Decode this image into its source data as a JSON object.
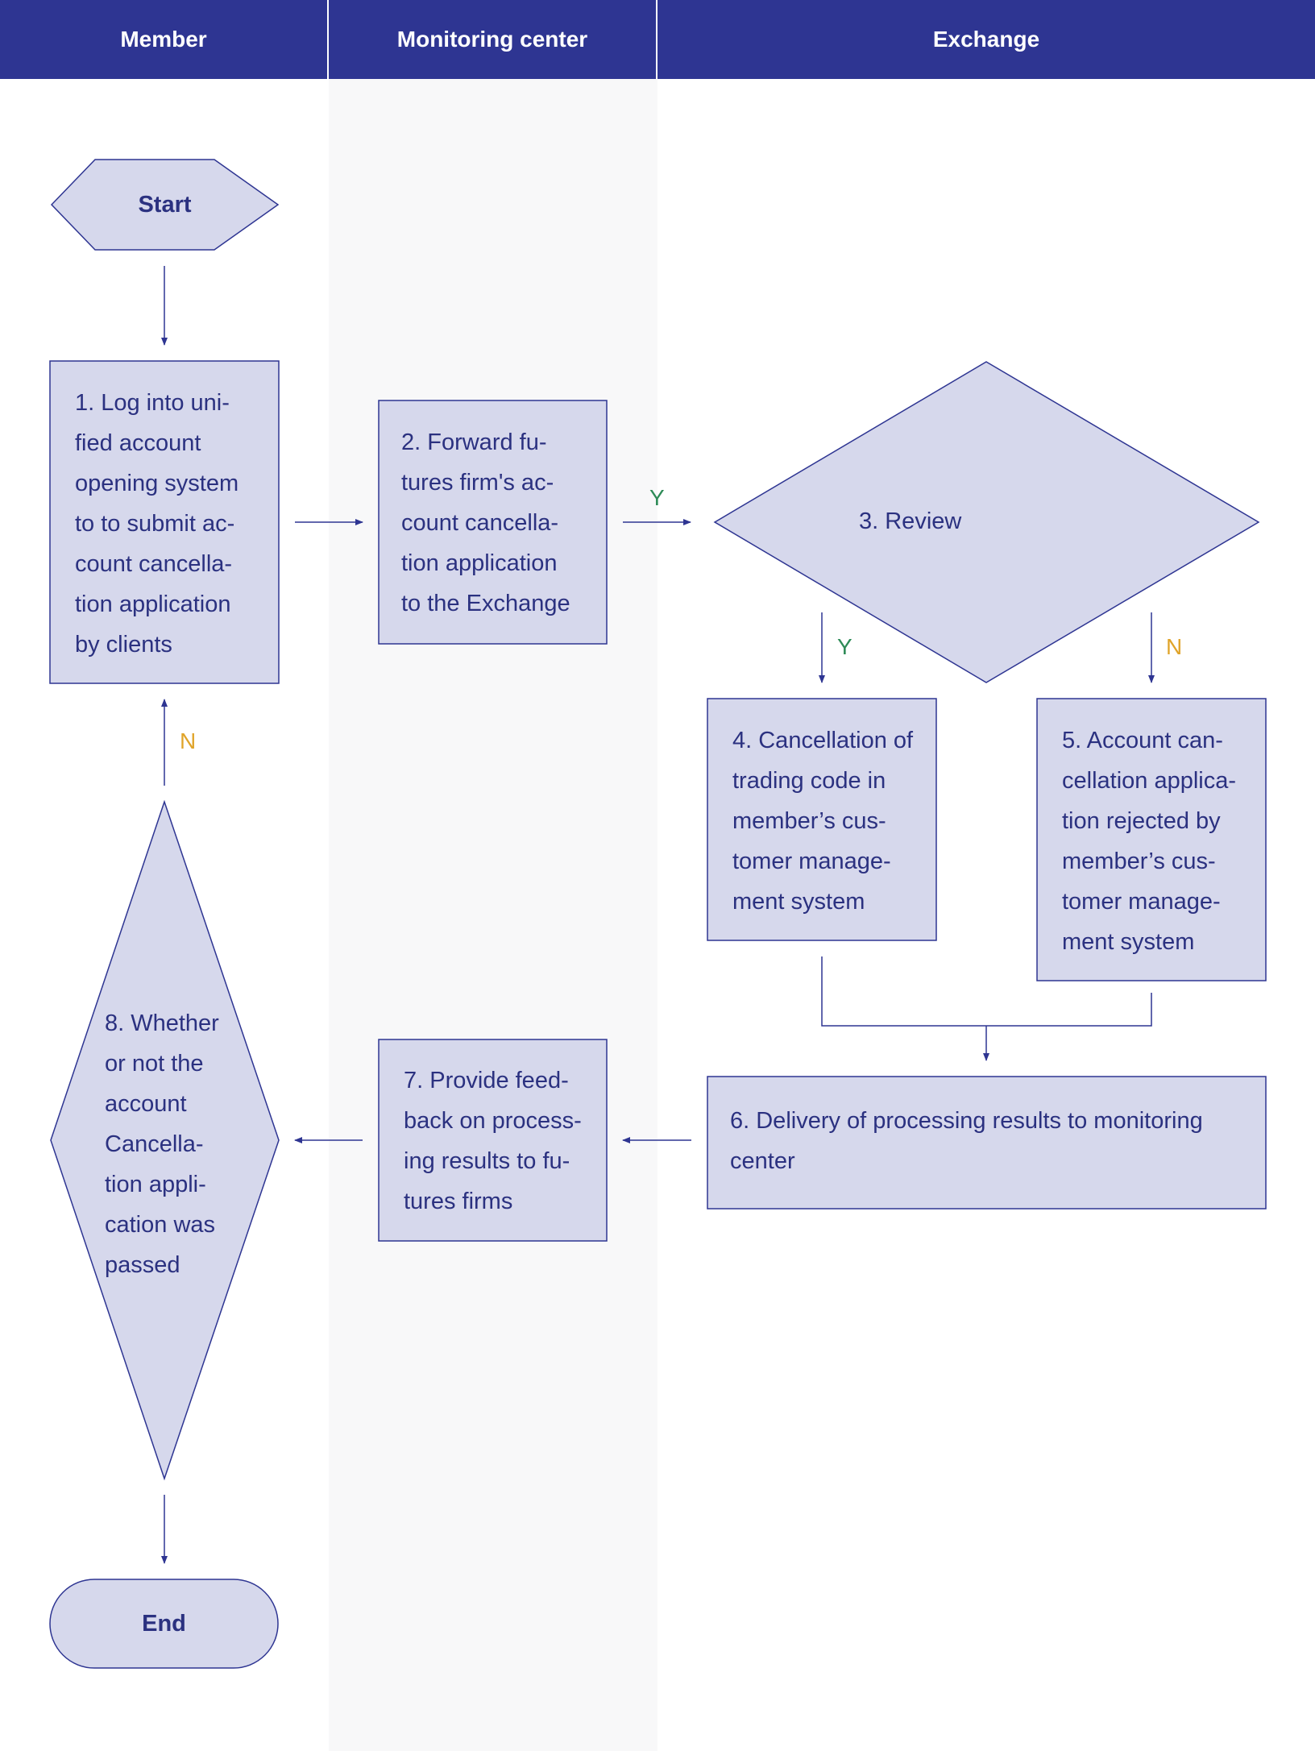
{
  "lanes": [
    "Member",
    "Monitoring center",
    "Exchange"
  ],
  "nodes": {
    "start": "Start",
    "step1": "1. Log into uni-\nfied account\nopening system\nto to submit ac-\ncount cancella-\ntion application\nby clients",
    "step2": "2. Forward fu-\ntures firm's ac-\ncount cancella-\ntion application\nto the Exchange",
    "step3": "3. Review",
    "step4": "4. Cancellation of\ntrading code in\nmember’s cus-\ntomer manage-\nment system",
    "step5": "5. Account can-\ncellation applica-\ntion rejected by\nmember’s cus-\ntomer manage-\nment system",
    "step6": "6. Delivery of processing results to monitoring\ncenter",
    "step7": "7. Provide feed-\nback on process-\ning results to fu-\ntures firms",
    "step8": "8. Whether\nor not the\naccount\nCancella-\ntion appli-\ncation was\npassed",
    "end": "End"
  },
  "edge_labels": {
    "y_2_3": "Y",
    "y_3_4": "Y",
    "n_3_5": "N",
    "n_8_1": "N"
  },
  "colors": {
    "header": "#2e3592",
    "node_fill": "#d6d8ec",
    "node_stroke": "#2e3592",
    "text": "#2b3180",
    "label_yes": "#2e8b57",
    "label_no": "#e0a42a"
  }
}
